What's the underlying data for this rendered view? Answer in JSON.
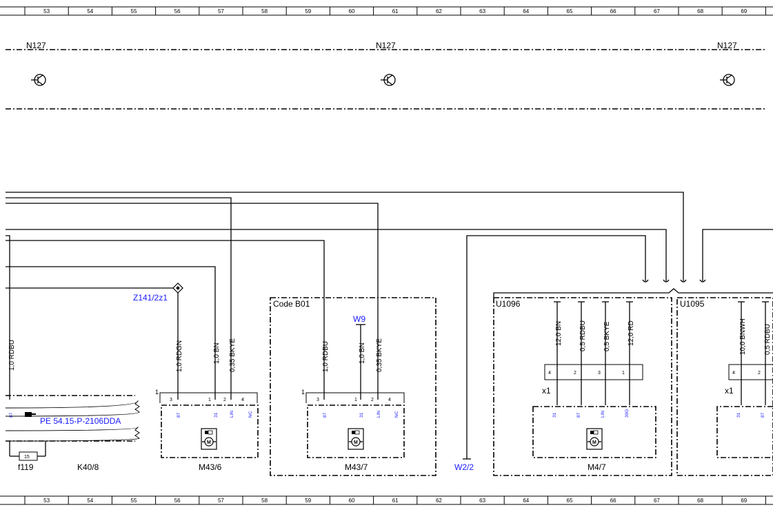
{
  "ruler": {
    "columns": [
      "53",
      "54",
      "55",
      "56",
      "57",
      "58",
      "59",
      "60",
      "61",
      "62",
      "63",
      "64",
      "65",
      "66",
      "67",
      "68",
      "69"
    ]
  },
  "top_section": {
    "labels": [
      "N127",
      "N127",
      "N127"
    ]
  },
  "references": {
    "z141": "Z141/2z1",
    "w9": "W9",
    "w22": "W2/2",
    "pe_ref": "PE 54.15-P-2106DDA",
    "code": "Code B01",
    "u1096": "U1096",
    "u1095": "U1095"
  },
  "wires": {
    "left_rdbu": "1,0 RDBU",
    "m436": [
      "1,0 RDGN",
      "1,0 BN",
      "0,35 BKYE"
    ],
    "m437": [
      "1,0 RDBU",
      "1,0 BN",
      "0,35 BKYE"
    ],
    "m47": [
      "12,0 BN",
      "0,5 RDBU",
      "0,5 BKYE",
      "12,0 RD"
    ],
    "u1095": [
      "10,0 BNWH",
      "0,5 RDBU"
    ]
  },
  "connectors": {
    "m436_pins_top": [
      "3",
      "1",
      "2",
      "4"
    ],
    "m436_pins_bottom": [
      "87",
      "31",
      "LIN",
      "NC"
    ],
    "m437_pins_top": [
      "3",
      "1",
      "2",
      "4"
    ],
    "m437_pins_bottom": [
      "87",
      "31",
      "LIN",
      "NC"
    ],
    "m47_pins_top": [
      "4",
      "2",
      "3",
      "1"
    ],
    "m47_pins_bottom": [
      "31",
      "87",
      "LIN",
      "30G"
    ],
    "u1095_pins_top": [
      "4",
      "2"
    ],
    "u1095_pins_bottom": [
      "31",
      "87"
    ],
    "plug_one": "1",
    "x1": "x1",
    "left_pin": "87"
  },
  "components": {
    "f119": "f119",
    "fuse_value": "15",
    "k40": "K40/8",
    "m436": "M43/6",
    "m437": "M43/7",
    "m47": "M4/7"
  },
  "colors": {
    "line": "#000000",
    "reference_blue": "#1a1aff"
  },
  "icons": [
    "transistor-symbol-icon",
    "motor-icon",
    "reference-hand-icon",
    "ground-terminal-icon"
  ]
}
